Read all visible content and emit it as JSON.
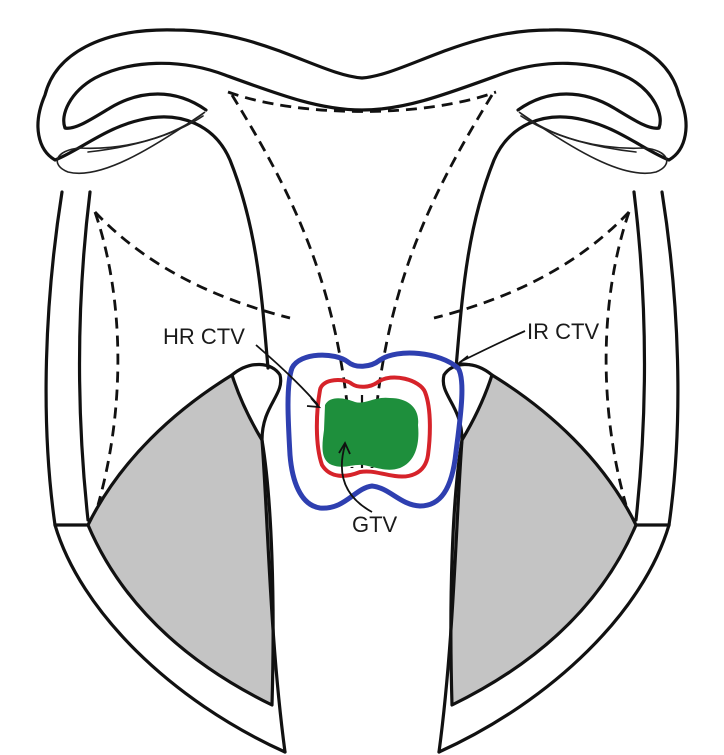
{
  "labels": {
    "hr_ctv": "HR CTV",
    "ir_ctv": "IR CTV",
    "gtv": "GTV"
  },
  "colors": {
    "background": "#ffffff",
    "outline": "#111111",
    "vaginal_fornix_fill": "#c4c4c4",
    "gtv_fill": "#1e8f3c",
    "hr_ctv_contour": "#d6232a",
    "ir_ctv_contour": "#2e3fb0"
  }
}
